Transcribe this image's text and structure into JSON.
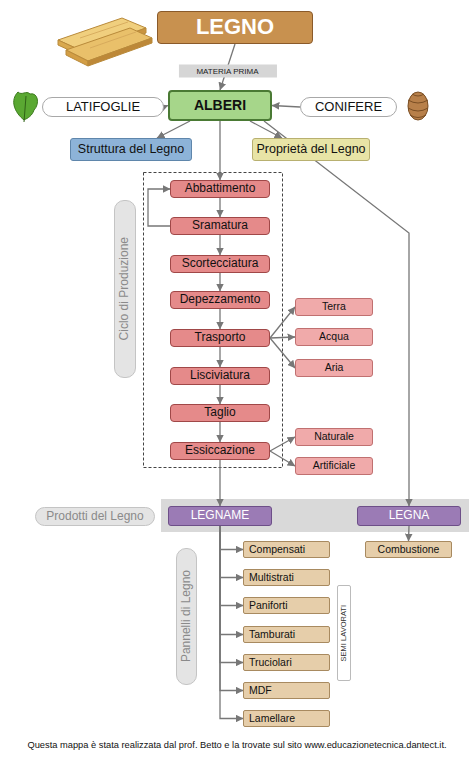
{
  "diagram": {
    "caption": "Questa mappa è stata realizzata dal prof. Betto e la trovate sul sito www.educazionetecnica.dantect.it.",
    "nodes": [
      {
        "text": [
          "LEGNO"
        ]
      },
      {
        "text": [
          "LATIFOGLIE"
        ]
      },
      {
        "text": [
          "ALBERI"
        ]
      },
      {
        "text": [
          "CONIFERE"
        ]
      },
      {
        "text": [
          "Struttura del Legno"
        ]
      },
      {
        "text": [
          "Proprietà del Legno"
        ]
      },
      {
        "text": [
          "Ciclo di Produzione"
        ]
      },
      {
        "text": [
          "Abbattimento"
        ]
      },
      {
        "text": [
          "Sramatura"
        ]
      },
      {
        "text": [
          "Scortecciatura"
        ]
      },
      {
        "text": [
          "Depezzamento"
        ]
      },
      {
        "text": [
          "Trasporto"
        ]
      },
      {
        "text": [
          "Terra"
        ]
      },
      {
        "text": [
          "Acqua"
        ]
      },
      {
        "text": [
          "Aria"
        ]
      },
      {
        "text": [
          "Lisciviatura"
        ]
      },
      {
        "text": [
          "Taglio"
        ]
      },
      {
        "text": [
          "Essiccazione"
        ]
      },
      {
        "text": [
          "Naturale"
        ]
      },
      {
        "text": [
          "Artificiale"
        ]
      },
      {
        "text": [
          "Prodotti del Legno"
        ]
      },
      {
        "text": [
          "LEGNAME"
        ]
      },
      {
        "text": [
          "LEGNA"
        ]
      },
      {
        "text": [
          "Combustione"
        ]
      },
      {
        "text": [
          "Pannelli di Legno"
        ]
      },
      {
        "text": [
          "Compensati"
        ]
      },
      {
        "text": [
          "Multistrati"
        ]
      },
      {
        "text": [
          "Paniforti"
        ]
      },
      {
        "text": [
          "Tamburati"
        ]
      },
      {
        "text": [
          "Truciolari"
        ]
      },
      {
        "text": [
          "MDF"
        ]
      },
      {
        "text": [
          "Lamellare"
        ]
      },
      {
        "text": [
          "SEMI LAVORATI"
        ]
      }
    ],
    "edges": [
      {
        "from": 0,
        "to": 2,
        "label": "MATERIA PRIMA",
        "arrow": "to"
      },
      {
        "from": 1,
        "to": 2,
        "arrow": "to"
      },
      {
        "from": 3,
        "to": 2,
        "arrow": "to"
      },
      {
        "from": 2,
        "to": 4,
        "arrow": "to"
      },
      {
        "from": 2,
        "to": 5,
        "arrow": "to"
      },
      {
        "from": 2,
        "to": 7,
        "arrow": "to"
      },
      {
        "from": 7,
        "to": 8,
        "arrow": "to"
      },
      {
        "from": 8,
        "to": 7,
        "arrow": "to"
      },
      {
        "from": 8,
        "to": 9,
        "arrow": "to"
      },
      {
        "from": 9,
        "to": 10,
        "arrow": "to"
      },
      {
        "from": 10,
        "to": 11,
        "arrow": "to"
      },
      {
        "from": 11,
        "to": 12,
        "arrow": "to"
      },
      {
        "from": 11,
        "to": 13,
        "arrow": "to"
      },
      {
        "from": 11,
        "to": 14,
        "arrow": "to"
      },
      {
        "from": 11,
        "to": 15,
        "arrow": "to"
      },
      {
        "from": 15,
        "to": 16,
        "arrow": "to"
      },
      {
        "from": 16,
        "to": 17,
        "arrow": "to"
      },
      {
        "from": 17,
        "to": 18,
        "arrow": "to"
      },
      {
        "from": 17,
        "to": 19,
        "arrow": "to"
      },
      {
        "from": 17,
        "to": 21,
        "arrow": "to"
      },
      {
        "from": 2,
        "to": 22,
        "arrow": "to"
      },
      {
        "from": 22,
        "to": 23,
        "arrow": "to"
      },
      {
        "from": 21,
        "to": 25,
        "arrow": "to"
      },
      {
        "from": 21,
        "to": 26,
        "arrow": "to"
      },
      {
        "from": 21,
        "to": 27,
        "arrow": "to"
      },
      {
        "from": 21,
        "to": 28,
        "arrow": "to"
      },
      {
        "from": 21,
        "to": 29,
        "arrow": "to"
      },
      {
        "from": 21,
        "to": 30,
        "arrow": "to"
      },
      {
        "from": 21,
        "to": 31,
        "arrow": "to"
      }
    ]
  }
}
